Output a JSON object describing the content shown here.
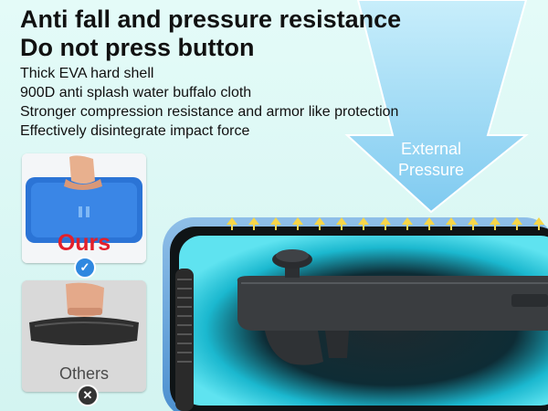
{
  "headline": {
    "line1": "Anti fall and pressure resistance",
    "line2": "Do not press button"
  },
  "features": [
    "Thick EVA hard shell",
    "900D anti splash water buffalo cloth",
    "Stronger compression resistance and armor like protection",
    "Effectively disintegrate impact force"
  ],
  "arrow": {
    "line1": "External",
    "line2": "Pressure"
  },
  "comparison": {
    "ours_label": "Ours",
    "others_label": "Others"
  },
  "colors": {
    "background": "#d9f7f5",
    "arrow": "#8fd3f0",
    "ours_red": "#e3202b",
    "case_blue": "#2b74d6",
    "glow": "#29d3e8",
    "check_blue": "#2f88e0"
  },
  "icons": {
    "check": "check-icon",
    "cross": "cross-icon"
  }
}
